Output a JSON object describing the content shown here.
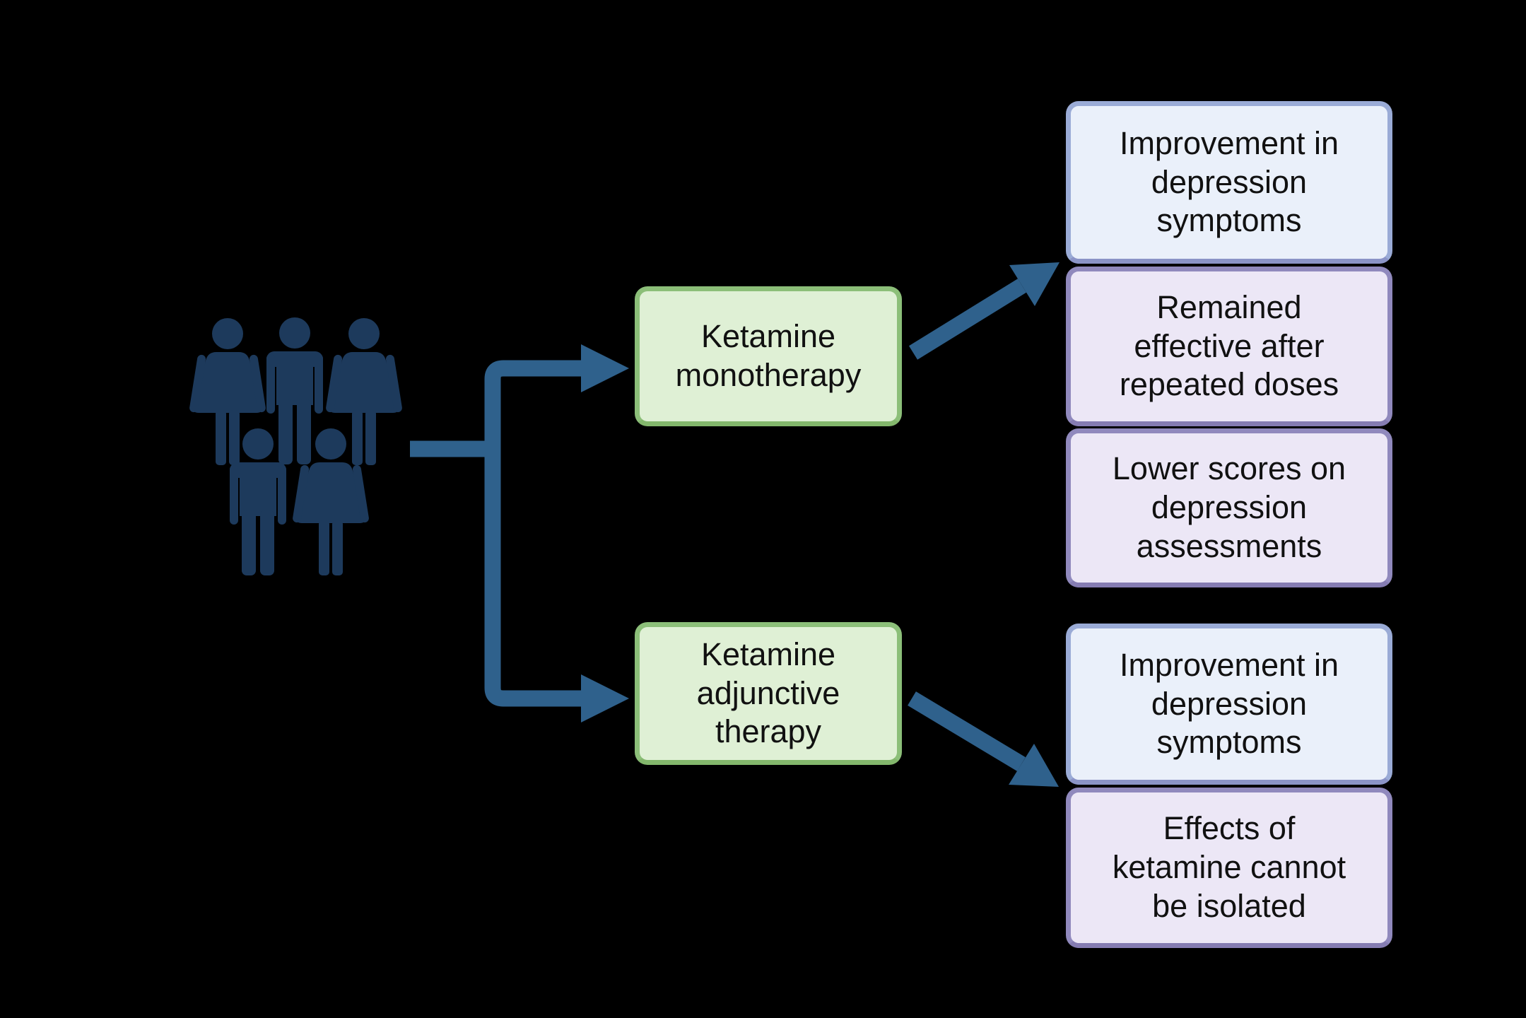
{
  "flow": {
    "population": {
      "name": "patient group",
      "figure_count": 5,
      "figure_types": [
        "woman",
        "man",
        "woman",
        "man",
        "woman"
      ]
    },
    "branches": [
      {
        "therapy": {
          "text": "Ketamine monotherapy",
          "lines": [
            "Ketamine",
            "monotherapy"
          ]
        },
        "outcomes": [
          {
            "tone": "blue",
            "text": "Improvement in depression symptoms",
            "lines": [
              "Improvement in",
              "depression",
              "symptoms"
            ]
          },
          {
            "tone": "purple",
            "text": "Remained effective after repeated doses",
            "lines": [
              "Remained",
              "effective after",
              "repeated doses"
            ]
          },
          {
            "tone": "purple",
            "text": "Lower scores on depression assessments",
            "lines": [
              "Lower scores on",
              "depression",
              "assessments"
            ]
          }
        ]
      },
      {
        "therapy": {
          "text": "Ketamine adjunctive therapy",
          "lines": [
            "Ketamine",
            "adjunctive",
            "therapy"
          ]
        },
        "outcomes": [
          {
            "tone": "blue",
            "text": "Improvement in depression symptoms",
            "lines": [
              "Improvement in",
              "depression",
              "symptoms"
            ]
          },
          {
            "tone": "purple",
            "text": "Effects of ketamine cannot be isolated",
            "lines": [
              "Effects of",
              "ketamine cannot",
              "be isolated"
            ]
          }
        ]
      }
    ]
  },
  "colors": {
    "background": "#000000",
    "people": "#1d3a5c",
    "arrow": "#2f618c",
    "therapy_fill": "#dff0d5",
    "therapy_border": "#8cbf79",
    "outcome_blue_fill": "#eaf0fa",
    "outcome_blue_border": "#9aabd6",
    "outcome_purple_fill": "#ece7f6",
    "outcome_purple_border": "#9089bd",
    "text": "#111111"
  }
}
